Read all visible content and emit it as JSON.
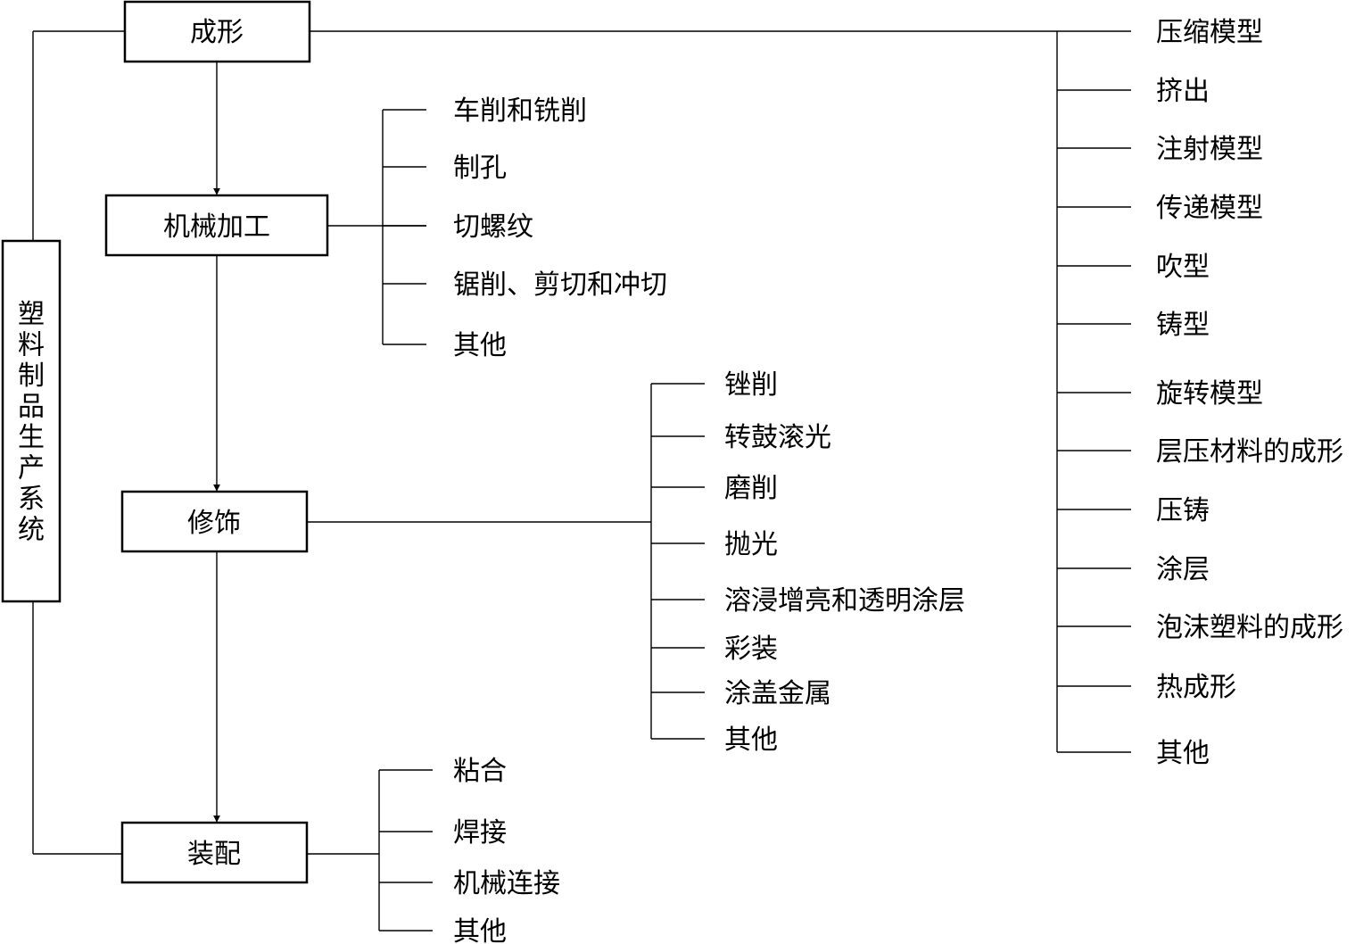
{
  "root": {
    "label": "塑料制品生产系统"
  },
  "stages": [
    {
      "label": "成形"
    },
    {
      "label": "机械加工"
    },
    {
      "label": "修饰"
    },
    {
      "label": "装配"
    }
  ],
  "forming_items": [
    "压缩模型",
    "挤出",
    "注射模型",
    "传递模型",
    "吹型",
    "铸型",
    "旋转模型",
    "层压材料的成形",
    "压铸",
    "涂层",
    "泡沫塑料的成形",
    "热成形",
    "其他"
  ],
  "machining_items": [
    "车削和铣削",
    "制孔",
    "切螺纹",
    "锯削、剪切和冲切",
    "其他"
  ],
  "finishing_items": [
    "锉削",
    "转鼓滚光",
    "磨削",
    "抛光",
    "溶浸增亮和透明涂层",
    "彩装",
    "涂盖金属",
    "其他"
  ],
  "assembly_items": [
    "粘合",
    "焊接",
    "机械连接",
    "其他"
  ]
}
